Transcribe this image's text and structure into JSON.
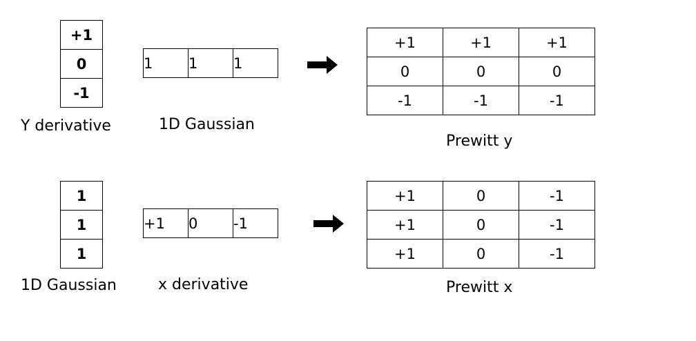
{
  "top": {
    "column_kernel": [
      "+1",
      "0",
      "-1"
    ],
    "column_label": "Y derivative",
    "row_kernel": [
      "1",
      "1",
      "1"
    ],
    "row_label": "1D Gaussian",
    "result_matrix": [
      [
        "+1",
        "+1",
        "+1"
      ],
      [
        "0",
        "0",
        "0"
      ],
      [
        "-1",
        "-1",
        "-1"
      ]
    ],
    "result_label": "Prewitt y"
  },
  "bottom": {
    "column_kernel": [
      "1",
      "1",
      "1"
    ],
    "column_label": "1D Gaussian",
    "row_kernel": [
      "+1",
      "0",
      "-1"
    ],
    "row_label": "x derivative",
    "result_matrix": [
      [
        "+1",
        "0",
        "-1"
      ],
      [
        "+1",
        "0",
        "-1"
      ],
      [
        "+1",
        "0",
        "-1"
      ]
    ],
    "result_label": "Prewitt x"
  }
}
